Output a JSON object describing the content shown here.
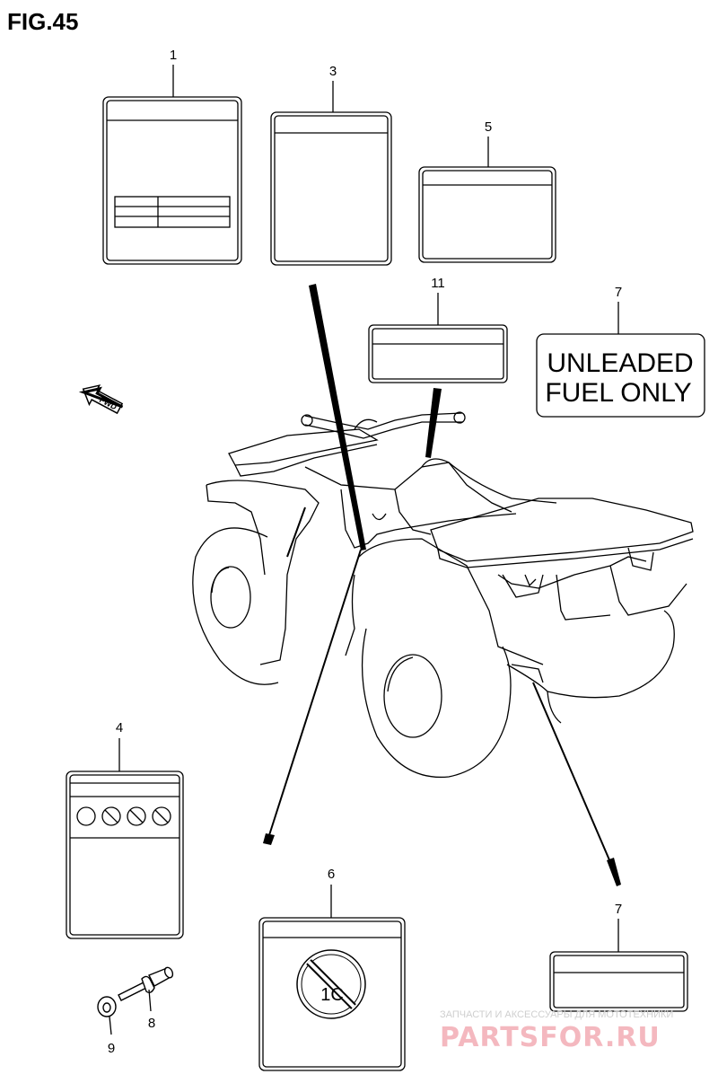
{
  "figure_label": "FIG.45",
  "callouts": {
    "c1": "1",
    "c3": "3",
    "c5": "5",
    "c11": "11",
    "c7_top": "7",
    "c4": "4",
    "c6": "6",
    "c7_bottom": "7",
    "c8": "8",
    "c9": "9"
  },
  "fwd_arrow_text": "FWD",
  "unleaded_label": {
    "line1": "UNLEADED",
    "line2": "FUEL ONLY"
  },
  "watermark": {
    "tagline": "ЗАПЧАСТИ И АКСЕССУАРЫ ДЛЯ МОТОТЕХНИКИ",
    "brand": "PARTSFOR.RU"
  }
}
